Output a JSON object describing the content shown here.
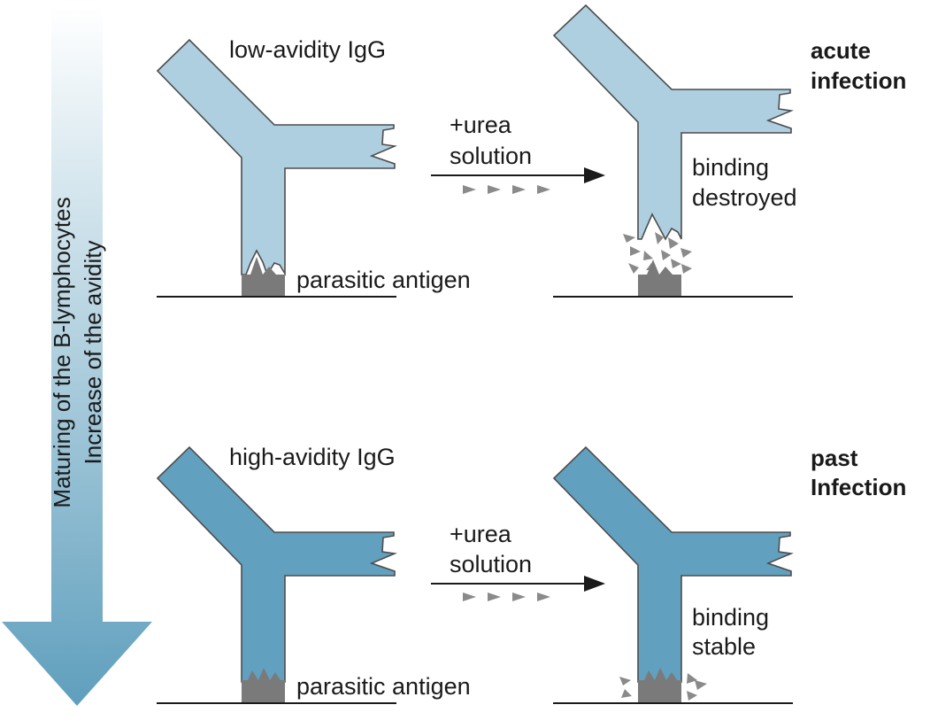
{
  "side_arrow": {
    "line1": "Maturing of the B-lymphocytes",
    "line2": "Increase of the avidity"
  },
  "top_row": {
    "antibody_label": "low-avidity IgG",
    "antigen_label": "parasitic antigen",
    "reagent_line1": "+urea",
    "reagent_line2": "solution",
    "result_line1": "binding",
    "result_line2": "destroyed",
    "diagnosis_line1": "acute",
    "diagnosis_line2": "infection"
  },
  "bottom_row": {
    "antibody_label": "high-avidity IgG",
    "antigen_label": "parasitic antigen",
    "reagent_line1": "+urea",
    "reagent_line2": "solution",
    "result_line1": "binding",
    "result_line2": "stable",
    "diagnosis_line1": "past",
    "diagnosis_line2": "Infection"
  },
  "colors": {
    "low_avidity_igg": "#aecfe0",
    "high_avidity_igg": "#62a0bf",
    "antigen": "#7a7a7a",
    "outline": "#4d4d4d",
    "arrow_gradient_top": "#ffffff",
    "arrow_gradient_bottom": "#5f9fbd"
  }
}
